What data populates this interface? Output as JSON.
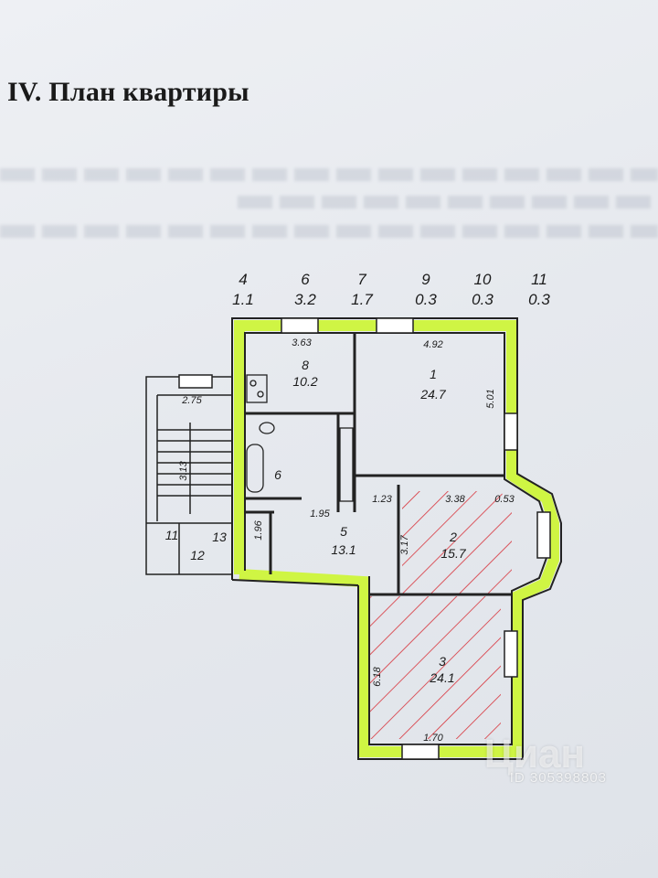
{
  "title": "IV. План квартиры",
  "top_labels": [
    {
      "num": "4",
      "area": "1.1"
    },
    {
      "num": "6",
      "area": "3.2"
    },
    {
      "num": "7",
      "area": "1.7"
    },
    {
      "num": "9",
      "area": "0.3"
    },
    {
      "num": "10",
      "area": "0.3"
    },
    {
      "num": "11",
      "area": "0.3"
    }
  ],
  "rooms": [
    {
      "num": "1",
      "area": "24.7"
    },
    {
      "num": "2",
      "area": "15.7"
    },
    {
      "num": "3",
      "area": "24.1"
    },
    {
      "num": "5",
      "area": "13.1"
    },
    {
      "num": "6",
      "area": ""
    },
    {
      "num": "8",
      "area": "10.2"
    },
    {
      "num": "11",
      "area": ""
    },
    {
      "num": "12",
      "area": ""
    },
    {
      "num": "13",
      "area": ""
    }
  ],
  "dimensions": [
    "3.63",
    "4.92",
    "5.01",
    "2.75",
    "1.95",
    "1.23",
    "3.38",
    "0.53",
    "3.17",
    "1.70",
    "6.18",
    "1.96",
    "3.13"
  ],
  "watermark": {
    "logo": "Циан",
    "id": "ID 305398803"
  },
  "colors": {
    "wall_highlight": "#cdf53a",
    "hatch": "#d8323a",
    "line": "#222222"
  }
}
